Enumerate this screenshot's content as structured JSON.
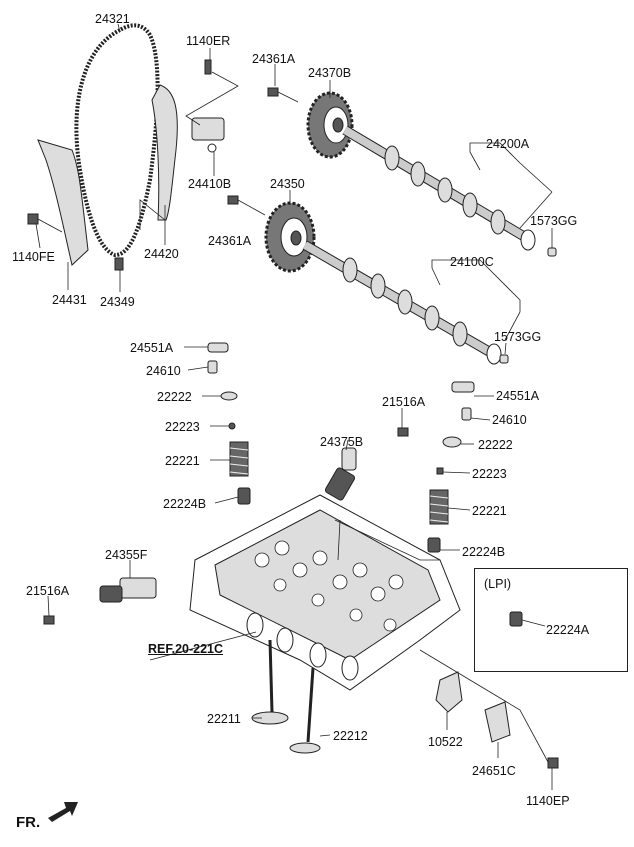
{
  "labels": {
    "p24321": "24321",
    "p1140ER": "1140ER",
    "p24361A_top": "24361A",
    "p24370B": "24370B",
    "p24200A": "24200A",
    "p24410B": "24410B",
    "p24350": "24350",
    "p24361A_mid": "24361A",
    "p1573GG_top": "1573GG",
    "p1140FE": "1140FE",
    "p24420": "24420",
    "p24100C": "24100C",
    "p24431": "24431",
    "p24349": "24349",
    "p1573GG_bot": "1573GG",
    "p24551A_left": "24551A",
    "p24610_left": "24610",
    "p22222_left": "22222",
    "p21516A_right": "21516A",
    "p24551A_right": "24551A",
    "p22223_left": "22223",
    "p24610_right": "24610",
    "p24375B": "24375B",
    "p22222_right": "22222",
    "p22221_left": "22221",
    "p22223_right": "22223",
    "p22224B_left": "22224B",
    "p22221_right": "22221",
    "p24355F": "24355F",
    "p22224B_right": "22224B",
    "lpi": "(LPI)",
    "p21516A_left": "21516A",
    "p22224A": "22224A",
    "ref": "REF.20-221C",
    "p22211": "22211",
    "p22212": "22212",
    "p10522": "10522",
    "p24651C": "24651C",
    "p1140EP": "1140EP",
    "fr": "FR."
  }
}
